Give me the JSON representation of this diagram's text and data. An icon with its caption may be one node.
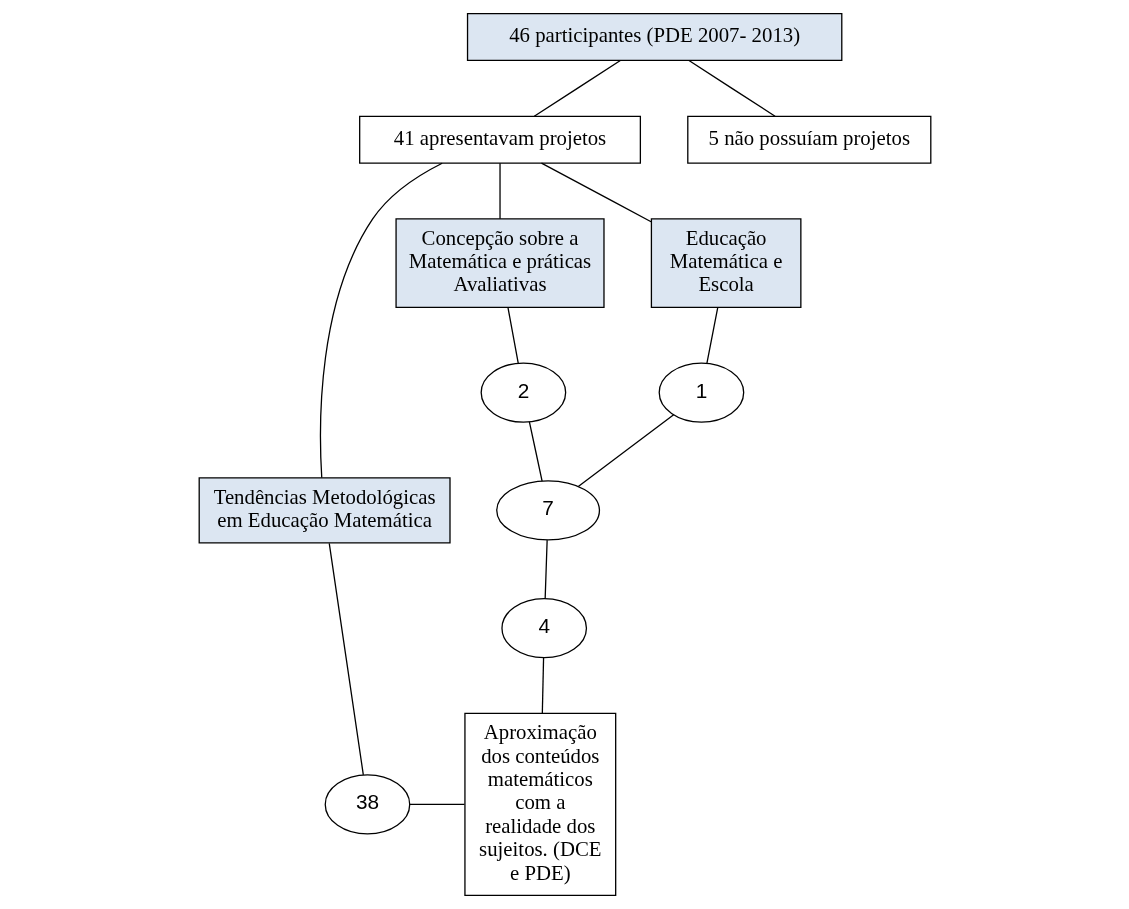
{
  "diagram": {
    "nodes": [
      {
        "text": [
          "46 participantes (PDE 2007- 2013)"
        ]
      },
      {
        "text": [
          "41 apresentavam projetos"
        ]
      },
      {
        "text": [
          "5 não possuíam projetos"
        ]
      },
      {
        "text": [
          "Educação Matemática e Escola"
        ]
      },
      {
        "text": [
          "Concepção sobre a Matemática e práticas Avaliativas"
        ]
      },
      {
        "text": [
          "Tendências Metodológicas em Educação Matemática"
        ]
      },
      {
        "text": [
          "1"
        ]
      },
      {
        "text": [
          "2"
        ]
      },
      {
        "text": [
          "38"
        ]
      },
      {
        "text": [
          "Aproximação dos conteúdos matemáticos com a realidade dos sujeitos. (DCE e PDE)"
        ]
      },
      {
        "text": [
          "4"
        ]
      },
      {
        "text": [
          "7"
        ]
      }
    ],
    "edges": [
      {
        "from": 0,
        "to": 1,
        "arrow": "none"
      },
      {
        "from": 0,
        "to": 2,
        "arrow": "none"
      },
      {
        "from": 1,
        "to": 3,
        "arrow": "none"
      },
      {
        "from": 1,
        "to": 4,
        "arrow": "none"
      },
      {
        "from": 1,
        "to": 5,
        "arrow": "none"
      },
      {
        "from": 3,
        "to": 6,
        "arrow": "none"
      },
      {
        "from": 4,
        "to": 7,
        "arrow": "none"
      },
      {
        "from": 5,
        "to": 8,
        "arrow": "none"
      },
      {
        "from": 8,
        "to": 9,
        "arrow": "none"
      },
      {
        "from": 10,
        "to": 9,
        "arrow": "none"
      },
      {
        "from": 6,
        "to": 11,
        "arrow": "none"
      },
      {
        "from": 7,
        "to": 11,
        "arrow": "none"
      },
      {
        "from": 11,
        "to": 10,
        "arrow": "none"
      }
    ]
  }
}
